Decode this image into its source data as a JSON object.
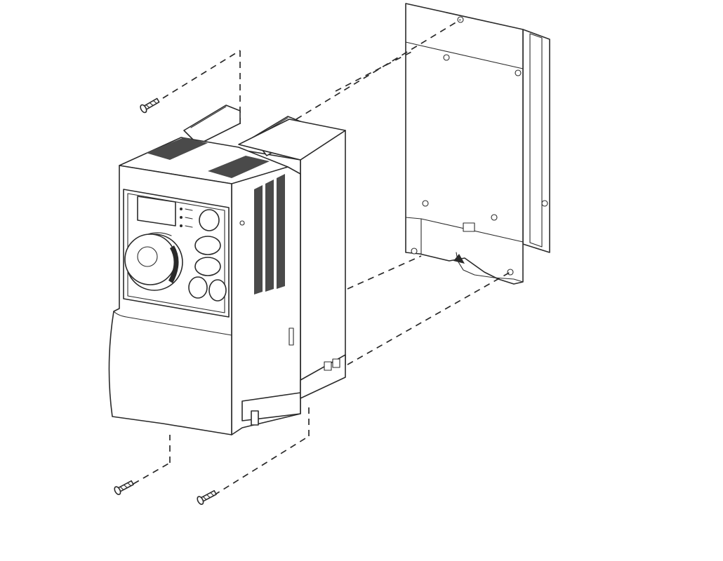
{
  "figure": {
    "description_text": "",
    "colors": {
      "line": "#2a2a2a",
      "background": "#ffffff",
      "vent": "#4a4a4a"
    },
    "parts": [
      "drive-unit",
      "mounting-plate",
      "screw-top-left",
      "screw-bottom-left",
      "screw-bottom-center"
    ]
  }
}
